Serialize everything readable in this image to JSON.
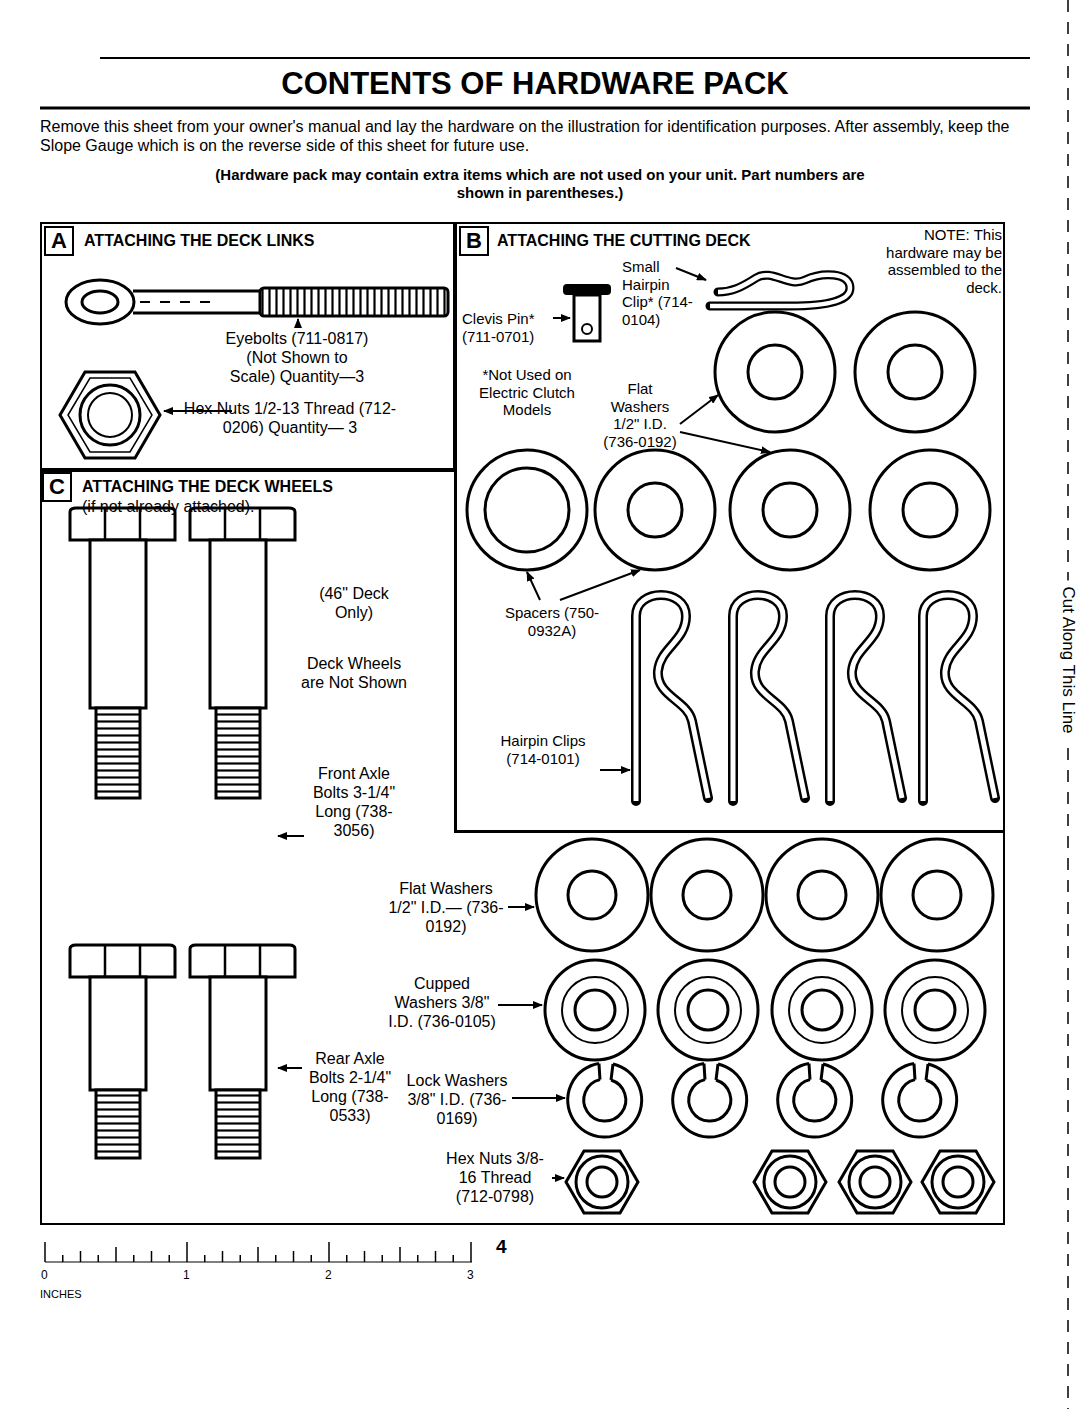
{
  "diagram": {
    "title": "CONTENTS OF HARDWARE PACK",
    "nodes": [
      {
        "text": [
          "ATTACHING THE DECK LINKS"
        ]
      },
      {
        "text": [
          "A"
        ],
        "in": 0
      },
      {
        "text": [
          "ATTACHING THE CUTTING DECK"
        ]
      },
      {
        "text": [
          "B"
        ],
        "in": 2
      },
      {
        "text": [
          "ATTACHING THE DECK WHEELS",
          "(if not already attached)."
        ]
      },
      {
        "text": [
          "C"
        ],
        "in": 4
      }
    ],
    "labels": [
      "Remove this sheet from your owner's manual and lay the hardware on the illustration for identification purposes. After assembly, keep the Slope Gauge which is on the reverse side of this sheet for future use.",
      "(Hardware pack may contain extra items which are not used on your unit. Part numbers are shown in parentheses.)",
      "Eyebolts (711-0817) (Not Shown to Scale) Quantity—3",
      "Hex Nuts 1/2-13 Thread (712-0206) Quantity— 3",
      "NOTE: This hardware may be assembled to the deck.",
      "Clevis Pin* (711-0701)",
      "Small Hairpin Clip* (714-0104)",
      "*Not Used on Electric Clutch Models",
      "Flat Washers 1/2\" I.D. (736-0192)",
      "Spacers (750-0932A)",
      "Hairpin Clips (714-0101)",
      "(46\" Deck Only)",
      "Deck Wheels are Not Shown",
      "Front Axle Bolts 3-1/4\" Long (738-3056)",
      "Flat Washers 1/2\" I.D.— (736-0192)",
      "Cupped Washers 3/8\" I.D. (736-0105)",
      "Lock Washers 3/8\" I.D. (736-0169)",
      "Rear Axle Bolts 2-1/4\" Long (738-0533)",
      "Hex Nuts 3/8-16 Thread (712-0798)",
      "4",
      "0",
      "1",
      "2",
      "3",
      "INCHES",
      "Cut Along This Line"
    ]
  }
}
